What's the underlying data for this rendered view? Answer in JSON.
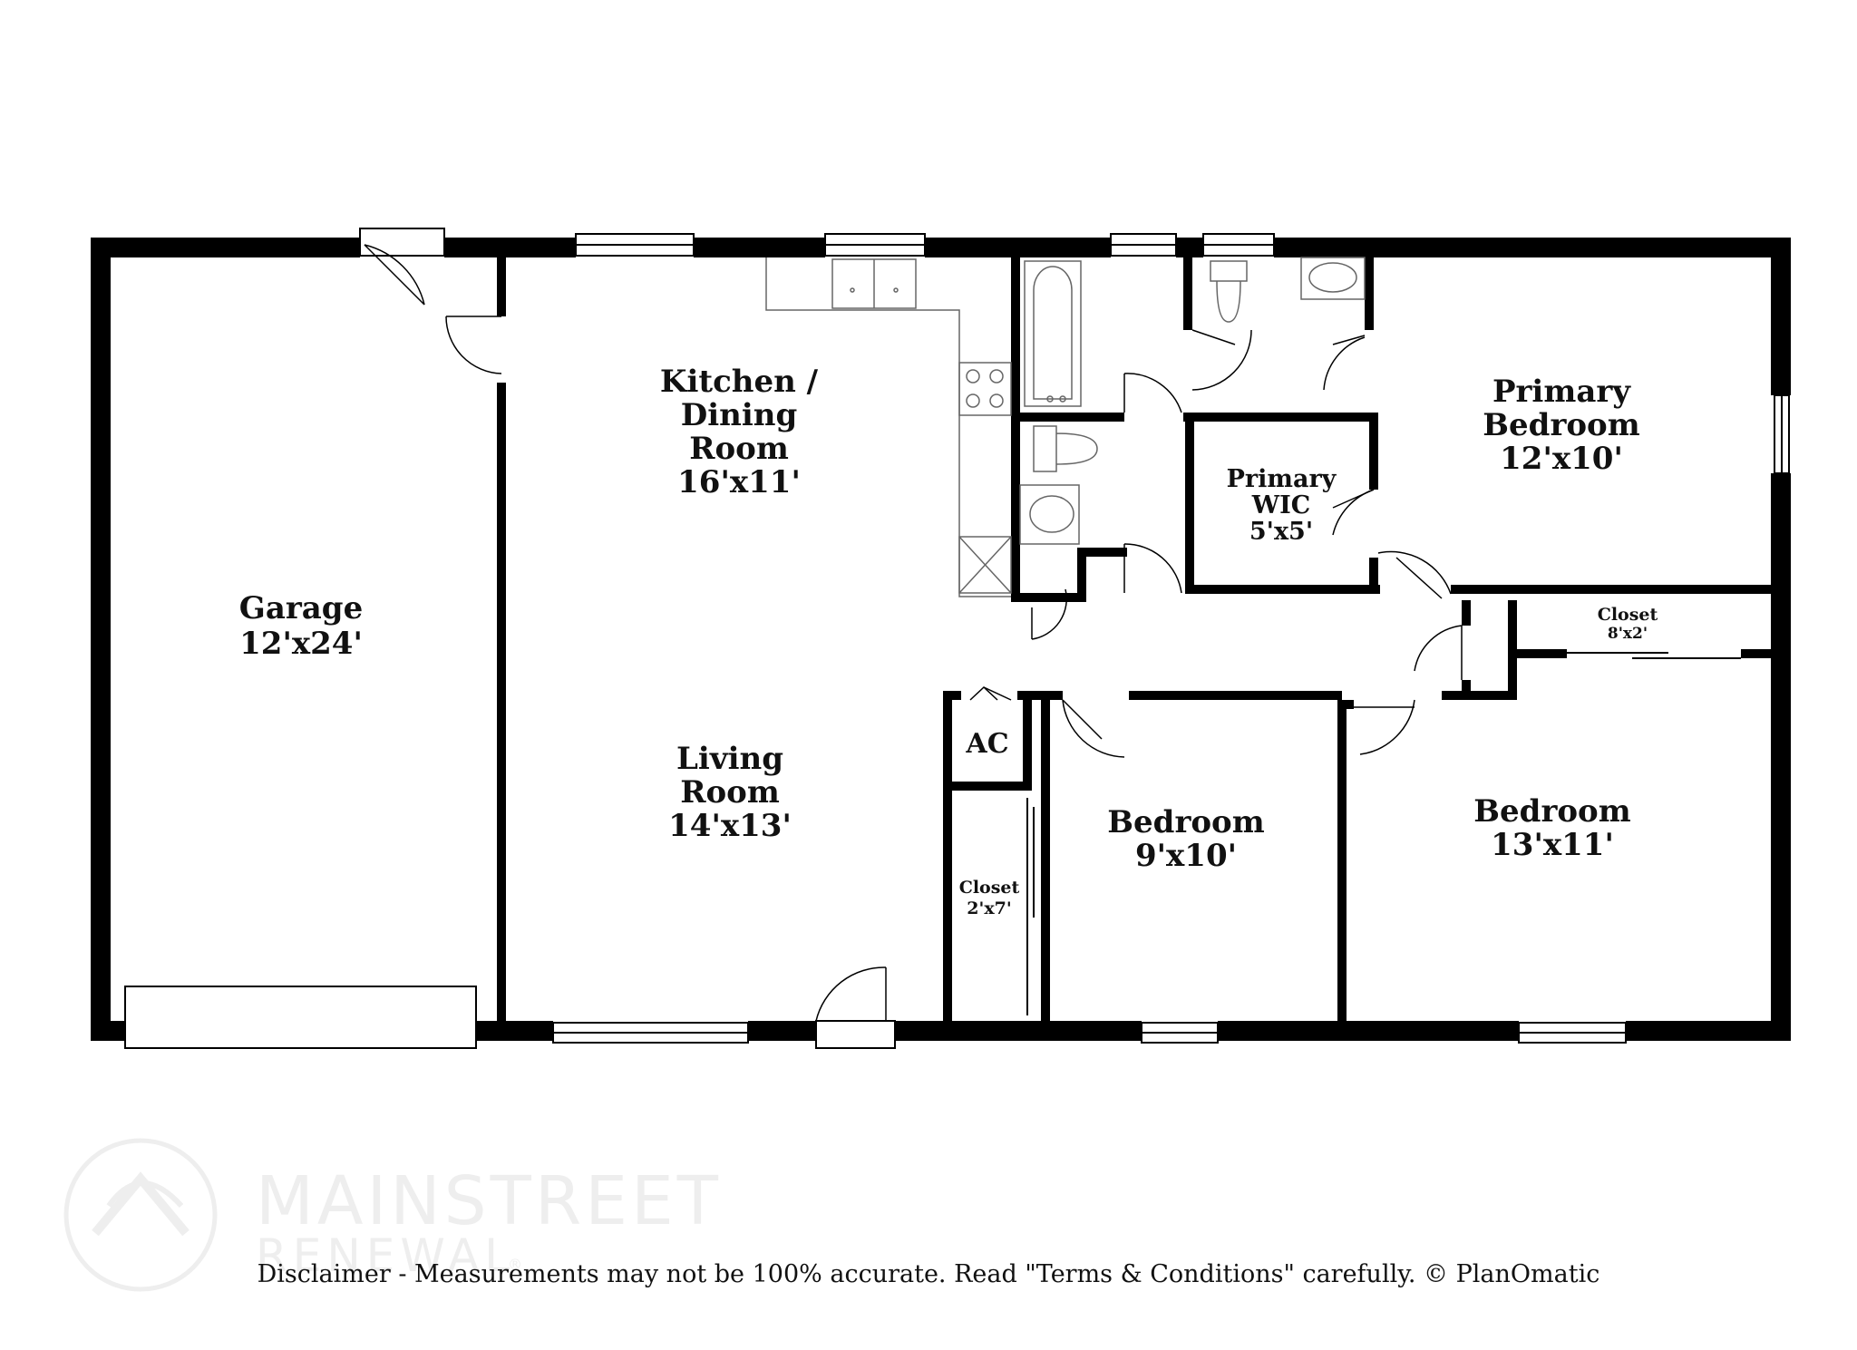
{
  "rooms": {
    "garage": {
      "name": "Garage",
      "dims": "12'x24'"
    },
    "kitchen": {
      "name_line1": "Kitchen /",
      "name_line2": "Dining",
      "name_line3": "Room",
      "dims": "16'x11'"
    },
    "living": {
      "name_line1": "Living",
      "name_line2": "Room",
      "dims": "14'x13'"
    },
    "primary_bedroom": {
      "name_line1": "Primary",
      "name_line2": "Bedroom",
      "dims": "12'x10'"
    },
    "primary_wic": {
      "name_line1": "Primary",
      "name_line2": "WIC",
      "dims": "5'x5'"
    },
    "ac": {
      "name": "AC"
    },
    "closet_hall": {
      "name": "Closet",
      "dims": "2'x7'"
    },
    "bedroom_small": {
      "name": "Bedroom",
      "dims": "9'x10'"
    },
    "bedroom_right": {
      "name": "Bedroom",
      "dims": "13'x11'"
    },
    "closet_right": {
      "name": "Closet",
      "dims": "8'x2'"
    }
  },
  "watermark": {
    "line1": "MAINSTREET",
    "line2": "RENEWAL",
    "mark": "®"
  },
  "disclaimer": "Disclaimer - Measurements may not be 100% accurate. Read \"Terms & Conditions\" carefully. © PlanOmatic",
  "colors": {
    "wall": "#000000",
    "fixture": "#666666",
    "watermark": "#eeeeee",
    "background": "#ffffff"
  }
}
